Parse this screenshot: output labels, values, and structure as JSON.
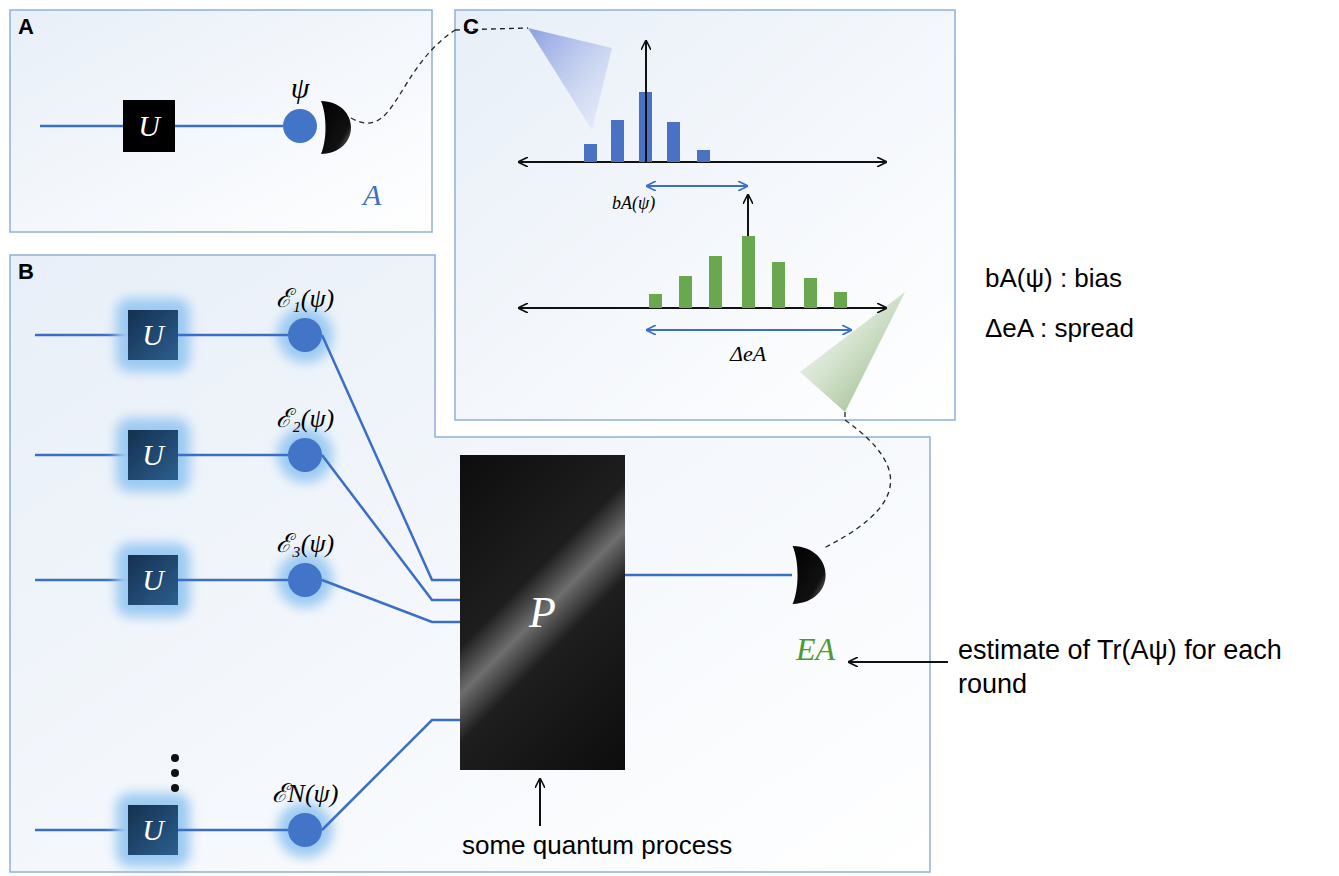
{
  "diagram": {
    "nodes": [
      {
        "text": [
          "A"
        ]
      },
      {
        "text": [
          "U"
        ],
        "in": 0
      },
      {
        "text": [
          "ψ"
        ],
        "in": 0
      },
      {
        "text": [
          "A"
        ],
        "in": 0
      },
      {
        "text": [
          "C"
        ]
      },
      {
        "text": [
          "B"
        ]
      },
      {
        "text": [
          "U"
        ],
        "in": 5
      },
      {
        "text": [
          "ℰ₁(ψ)"
        ],
        "in": 5
      },
      {
        "text": [
          "U"
        ],
        "in": 5
      },
      {
        "text": [
          "ℰ₂(ψ)"
        ],
        "in": 5
      },
      {
        "text": [
          "U"
        ],
        "in": 5
      },
      {
        "text": [
          "ℰ₃(ψ)"
        ],
        "in": 5
      },
      {
        "text": [
          "U"
        ],
        "in": 5
      },
      {
        "text": [
          "ℰN(ψ)"
        ],
        "in": 5
      },
      {
        "text": [
          "P"
        ],
        "in": 5
      },
      {
        "text": [
          "EA"
        ],
        "in": 5
      }
    ],
    "edges": [
      {
        "from": 1,
        "to": 2,
        "arrow": "none"
      },
      {
        "from": 6,
        "to": 7,
        "arrow": "none"
      },
      {
        "from": 8,
        "to": 9,
        "arrow": "none"
      },
      {
        "from": 10,
        "to": 11,
        "arrow": "none"
      },
      {
        "from": 12,
        "to": 13,
        "arrow": "none"
      },
      {
        "from": 7,
        "to": 14,
        "arrow": "none"
      },
      {
        "from": 9,
        "to": 14,
        "arrow": "none"
      },
      {
        "from": 11,
        "to": 14,
        "arrow": "none"
      },
      {
        "from": 13,
        "to": 14,
        "arrow": "none"
      },
      {
        "from": 14,
        "to": 15,
        "arrow": "none"
      },
      {
        "from": 3,
        "to": 4,
        "arrow": "none"
      },
      {
        "from": 4,
        "to": 15,
        "arrow": "none"
      }
    ],
    "labels": [
      "some quantum process",
      "estimate of Tr(Aψ) for each round",
      "bA(ψ) : bias",
      "ΔeA : spread",
      "bA(ψ)",
      "ΔeA"
    ]
  }
}
